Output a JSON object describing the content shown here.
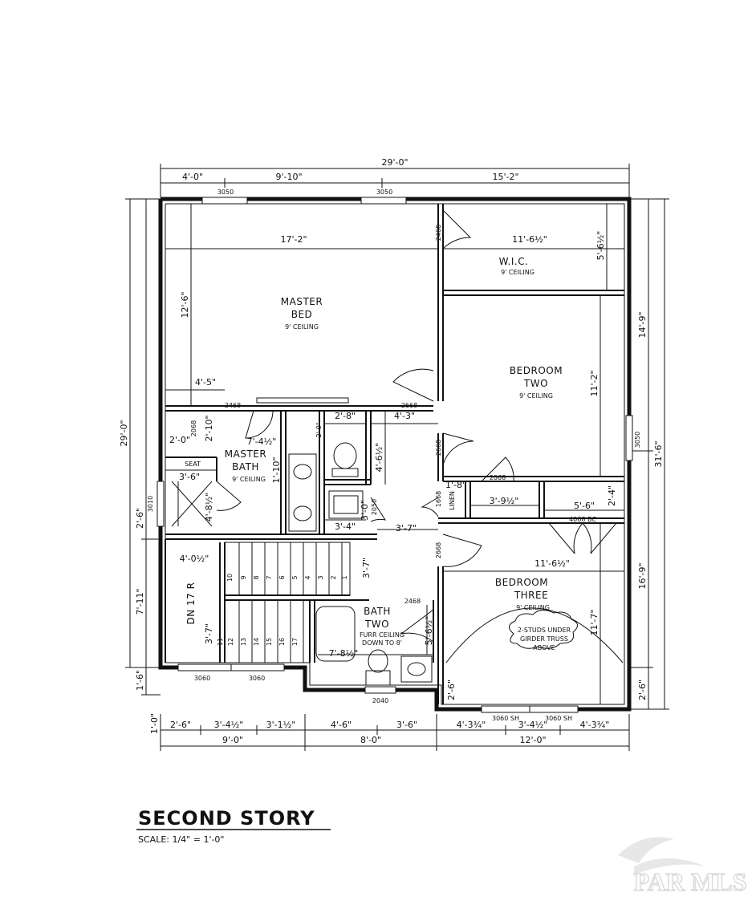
{
  "drawing": {
    "title": "SECOND STORY",
    "scale": "SCALE: 1/4\" = 1'-0\""
  },
  "dims_top": {
    "overall": "29'-0\"",
    "seg1": "4'-0\"",
    "seg2": "9'-10\"",
    "seg3": "15'-2\""
  },
  "dims_left": {
    "overall": "29'-0\"",
    "seg_a": "2'-6\"",
    "seg_b": "7'-11\"",
    "seg_c": "1'-6\"",
    "seg_d": "1'-0\""
  },
  "dims_right": {
    "overall": "31'-6\"",
    "seg_a": "14'-9\"",
    "seg_b": "16'-9\"",
    "seg_c": "2'-6\""
  },
  "dims_bottom": {
    "r1": [
      "2'-6\"",
      "3'-4½\"",
      "3'-1½\"",
      "4'-6\"",
      "3'-6\"",
      "4'-3¾\"",
      "3'-4½\"",
      "4'-3¾\""
    ],
    "r2": [
      "9'-0\"",
      "8'-0\"",
      "12'-0\""
    ]
  },
  "windows": {
    "w_top1": "3050",
    "w_top2": "3050",
    "w_right": "3050",
    "w_left": "3010",
    "w_bot1": "3060",
    "w_bot2": "3060",
    "w_bot3": "3060 SH",
    "w_bot4": "3060 SH",
    "w_bot5": "2040"
  },
  "rooms": {
    "master_bed": {
      "l1": "MASTER",
      "l2": "BED",
      "ceil": "9' CEILING",
      "d1": "17'-2\"",
      "d2": "12'-6\"",
      "d3": "4'-5\""
    },
    "wic": {
      "l1": "W.I.C.",
      "ceil": "9' CEILING",
      "d1": "11'-6½\"",
      "d2": "5'-6½\""
    },
    "bed_two": {
      "l1": "BEDROOM",
      "l2": "TWO",
      "ceil": "9' CEILING",
      "d1": "11'-2\""
    },
    "master_bath": {
      "l1": "MASTER",
      "l2": "BATH",
      "ceil": "9' CEILING",
      "d1": "7'-4½\"",
      "d2": "2'-0\"",
      "d3": "2'-10\"",
      "d4": "1'-10\"",
      "d5": "3'-6\"",
      "d6": "4'-8½\"",
      "seat": "SEAT"
    },
    "bed_three": {
      "l1": "BEDROOM",
      "l2": "THREE",
      "ceil": "9' CEILING",
      "d1": "11'-6½\"",
      "d2": "11'-7\"",
      "d3": "2'-6\""
    },
    "bath_two": {
      "l1": "BATH",
      "l2": "TWO",
      "c1": "FURR CEILING",
      "c2": "DOWN TO 8'",
      "d1": "7'-8½\"",
      "d2": "5'-6½\""
    },
    "linen": {
      "l1": "LINEN",
      "d1": "1'-8\""
    },
    "stair": {
      "l1": "DN 17 R",
      "d1": "3'-7\"",
      "d2": "4'-0½\"",
      "d3": "3'-7\""
    },
    "closet": {
      "d1": "5'-6\"",
      "d2": "2'-4\"",
      "d3": "3'-9½\"",
      "door": "4068 BC"
    },
    "hall": {
      "d1": "4'-3\"",
      "d2": "4'-6½\"",
      "d3": "2'-8\"",
      "d4": "3'-7\"",
      "d5": "3'-4\"",
      "d6": "3'-0\"",
      "d7": "2'-0\""
    }
  },
  "doors": {
    "d2468a": "2468",
    "d2468b": "2468",
    "d2468c": "2468",
    "d2668a": "2668",
    "d2668b": "2668",
    "d2668c": "2668",
    "d2068a": "2068",
    "d2068b": "2068",
    "d1668": "1668",
    "d2050": "2050"
  },
  "note": {
    "l1": "2-STUDS UNDER",
    "l2": "GIRDER TRUSS",
    "l3": "ABOVE"
  },
  "stairs": [
    "10",
    "9",
    "8",
    "7",
    "6",
    "5",
    "4",
    "3",
    "2",
    "1",
    "11",
    "12",
    "13",
    "14",
    "15",
    "16",
    "17"
  ],
  "watermark": "PAR MLS"
}
